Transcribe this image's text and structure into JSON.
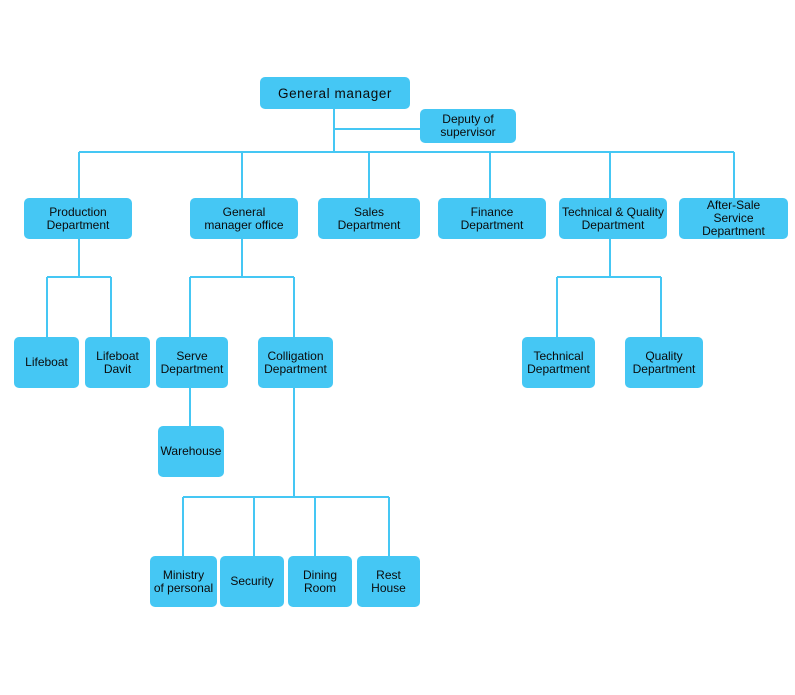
{
  "line_color": "#45c7f4",
  "box_color": "#45c7f4",
  "nodes": {
    "general_manager": "General manager",
    "deputy": "Deputy of\nsupervisor",
    "production": "Production\nDepartment",
    "gm_office": "General\nmanager office",
    "sales": "Sales\nDepartment",
    "finance": "Finance\nDepartment",
    "tech_quality": "Technical & Quality\nDepartment",
    "after_sale": "After-Sale\nService Department",
    "lifeboat": "Lifeboat",
    "lifeboat_davit": "Lifeboat\nDavit",
    "serve": "Serve\nDepartment",
    "colligation": "Colligation\nDepartment",
    "technical": "Technical\nDepartment",
    "quality": "Quality\nDepartment",
    "warehouse": "Warehouse",
    "ministry": "Ministry\nof  personal",
    "security": "Security",
    "dining": "Dining\nRoom",
    "rest_house": "Rest\nHouse"
  }
}
